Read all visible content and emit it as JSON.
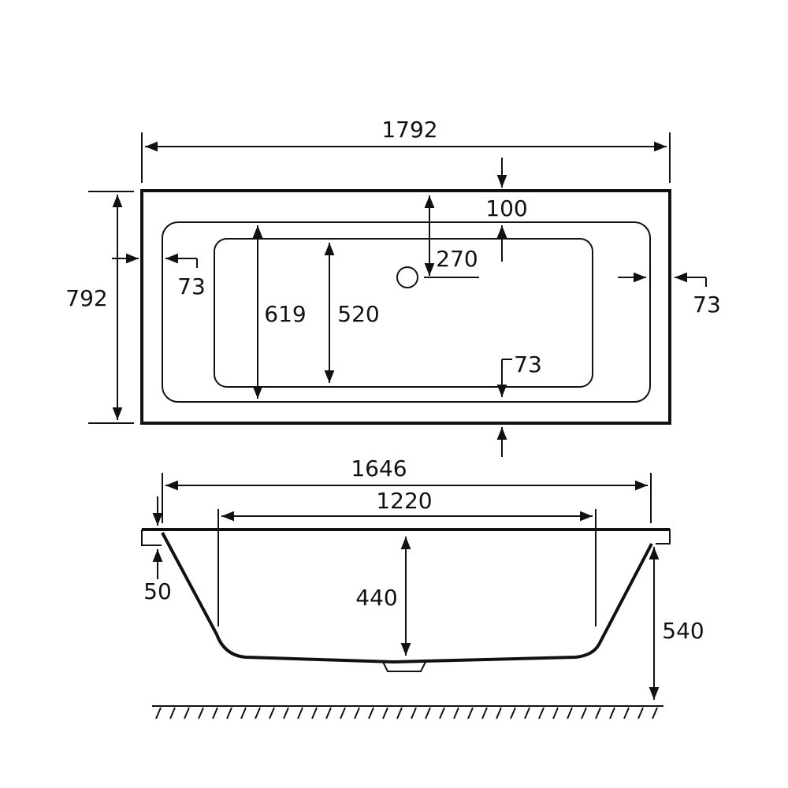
{
  "plan_view": {
    "overall_length": "1792",
    "overall_width": "792",
    "rim_top": "100",
    "waste_offset": "270",
    "inner_length_height": "619",
    "base_height": "520",
    "rim_left": "73",
    "rim_right": "73",
    "rim_bottom": "73"
  },
  "side_view": {
    "top_length": "1646",
    "base_length": "1220",
    "rim_thickness": "50",
    "depth": "440",
    "overall_height": "540"
  },
  "colors": {
    "line": "#111111",
    "background": "#ffffff"
  }
}
